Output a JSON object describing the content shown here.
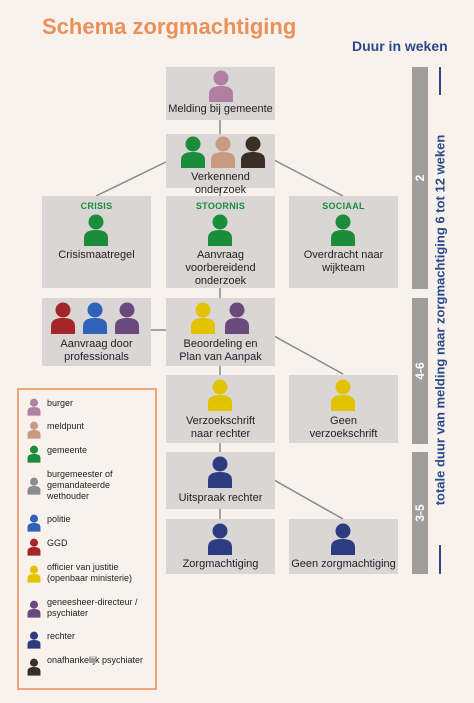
{
  "title": "Schema zorgmachtiging",
  "duration_header": "Duur in weken",
  "vertical_label": "totale duur van melding naar zorgmachtiging 6 tot 12 weken",
  "colors": {
    "burger": "#b07fa1",
    "meldpunt": "#c89a82",
    "gemeente": "#1a8c3a",
    "burgemeester": "#8a8d8c",
    "politie": "#2f62b8",
    "ggd": "#a3262a",
    "officier": "#e2c300",
    "geneesheer": "#6a4a7c",
    "rechter": "#2d3c80",
    "psychiater": "#3a2f24"
  },
  "nodes": {
    "melding": "Melding bij gemeente",
    "verkennend": "Verkennend onderzoek",
    "crisis_cat": "CRISIS",
    "crisis": "Crisismaatregel",
    "stoornis_cat": "STOORNIS",
    "aanvraag_vo": "Aanvraag voorbereidend onderzoek",
    "sociaal_cat": "SOCIAAL",
    "overdracht": "Overdracht naar wijkteam",
    "aanvraag_prof": "Aanvraag door professionals",
    "beoordeling": "Beoordeling en Plan van Aanpak",
    "verzoekschrift": "Verzoekschrift naar rechter",
    "geen_verzoek": "Geen verzoekschrift",
    "uitspraak": "Uitspraak rechter",
    "zorgmachtiging": "Zorgmachtiging",
    "geen_zorg": "Geen zorgmachtiging"
  },
  "timeline": [
    "2",
    "4-6",
    "3-5"
  ],
  "legend": [
    {
      "key": "burger",
      "label": "burger"
    },
    {
      "key": "meldpunt",
      "label": "meldpunt"
    },
    {
      "key": "gemeente",
      "label": "gemeente"
    },
    {
      "key": "burgemeester",
      "label": "burgemeester of gemandateerde wethouder"
    },
    {
      "key": "politie",
      "label": "politie"
    },
    {
      "key": "ggd",
      "label": "GGD"
    },
    {
      "key": "officier",
      "label": "officier van justitie (openbaar ministerie)"
    },
    {
      "key": "geneesheer",
      "label": "geneesheer-directeur / psychiater"
    },
    {
      "key": "rechter",
      "label": "rechter"
    },
    {
      "key": "psychiater",
      "label": "onafhankelijk psychiater"
    }
  ]
}
